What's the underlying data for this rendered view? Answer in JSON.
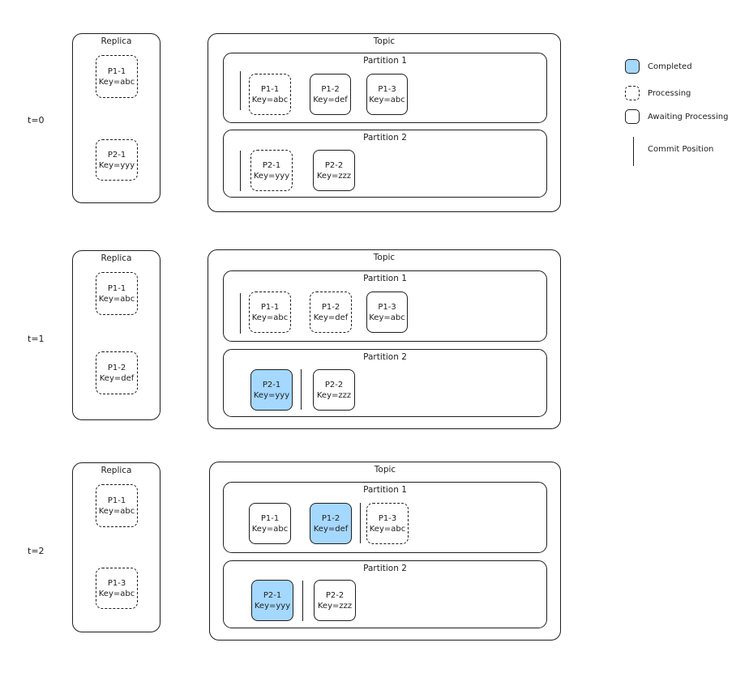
{
  "labels": {
    "replica": "Replica",
    "topic": "Topic",
    "partition_1": "Partition 1",
    "partition_2": "Partition 2"
  },
  "colors": {
    "completed_fill": "#a5d8ff",
    "stroke": "#1e1e1e",
    "background": "#ffffff"
  },
  "legend": {
    "completed": "Completed",
    "processing": "Processing",
    "awaiting": "Awaiting Processing",
    "commit": "Commit Position"
  },
  "timesteps": [
    {
      "label": "t=0",
      "replica": [
        {
          "id": "P1-1",
          "key": "Key=abc"
        },
        {
          "id": "P2-1",
          "key": "Key=yyy"
        }
      ],
      "partition_1": [
        {
          "id": "P1-1",
          "key": "Key=abc",
          "state": "processing"
        },
        {
          "id": "P1-2",
          "key": "Key=def",
          "state": "awaiting"
        },
        {
          "id": "P1-3",
          "key": "Key=abc",
          "state": "awaiting"
        }
      ],
      "partition_2": [
        {
          "id": "P2-1",
          "key": "Key=yyy",
          "state": "processing"
        },
        {
          "id": "P2-2",
          "key": "Key=zzz",
          "state": "awaiting"
        }
      ]
    },
    {
      "label": "t=1",
      "replica": [
        {
          "id": "P1-1",
          "key": "Key=abc"
        },
        {
          "id": "P1-2",
          "key": "Key=def"
        }
      ],
      "partition_1": [
        {
          "id": "P1-1",
          "key": "Key=abc",
          "state": "processing"
        },
        {
          "id": "P1-2",
          "key": "Key=def",
          "state": "processing"
        },
        {
          "id": "P1-3",
          "key": "Key=abc",
          "state": "awaiting"
        }
      ],
      "partition_2": [
        {
          "id": "P2-1",
          "key": "Key=yyy",
          "state": "completed"
        },
        {
          "id": "P2-2",
          "key": "Key=zzz",
          "state": "awaiting"
        }
      ]
    },
    {
      "label": "t=2",
      "replica": [
        {
          "id": "P1-1",
          "key": "Key=abc"
        },
        {
          "id": "P1-3",
          "key": "Key=abc"
        }
      ],
      "partition_1": [
        {
          "id": "P1-1",
          "key": "Key=abc",
          "state": "awaiting"
        },
        {
          "id": "P1-2",
          "key": "Key=def",
          "state": "completed"
        },
        {
          "id": "P1-3",
          "key": "Key=abc",
          "state": "processing"
        }
      ],
      "partition_2": [
        {
          "id": "P2-1",
          "key": "Key=yyy",
          "state": "completed"
        },
        {
          "id": "P2-2",
          "key": "Key=zzz",
          "state": "awaiting"
        }
      ]
    }
  ]
}
